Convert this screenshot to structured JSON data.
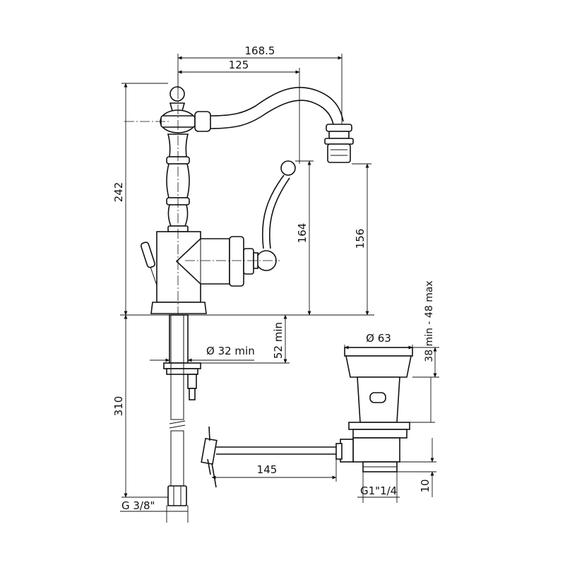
{
  "dimensions": {
    "spout_reach_total": "168.5",
    "spout_reach_lever": "125",
    "total_height": "242",
    "lever_height": "164",
    "spout_height": "156",
    "hole_diameter": "Ø 32 min",
    "deck_thickness": "52 min",
    "hose_length": "310",
    "hose_thread": "G  3/8\"",
    "waste_head_diameter": "Ø 63",
    "waste_deck_range": "38 min - 48 max",
    "rod_length": "145",
    "waste_thread": "G1\"1/4",
    "waste_thread_length": "10"
  }
}
